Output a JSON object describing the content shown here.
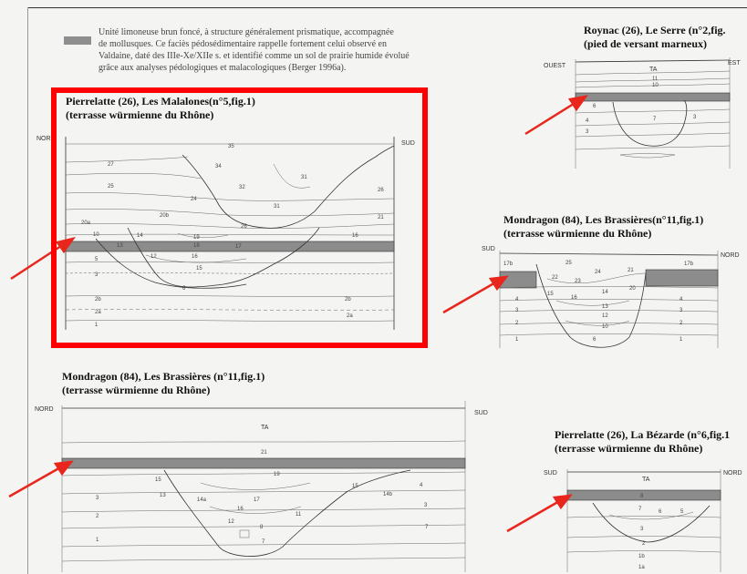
{
  "legend": {
    "lines": [
      "Unité limoneuse brun foncé, à structure généralement prismatique, accompagnée",
      "de mollusques. Ce faciès pédosédimentaire rappelle fortement celui observé en",
      "Valdaine, daté des IIIe-Xe/XIIe s. et identifié comme un sol de prairie humide évolué",
      "grâce aux analyses pédologiques et malacologiques (Berger 1996a)."
    ]
  },
  "sections": {
    "pierrelatte_malalones": {
      "title1": "Pierrelatte (26), Les Malalones(n°5,fig.1)",
      "title2": "(terrasse würmienne du Rhône)",
      "left_label": "NORD",
      "right_label": "SUD"
    },
    "roynac": {
      "title1": "Roynac (26), Le Serre (n°2,fig.",
      "title2": "(pied de versant marneux)",
      "left_label": "OUEST",
      "right_label": "EST",
      "ta": "TA"
    },
    "mondragon_right": {
      "title1": "Mondragon (84), Les Brassières(n°11,fig.1)",
      "title2": "(terrasse würmienne du Rhône)",
      "left_label": "SUD",
      "right_label": "NORD"
    },
    "mondragon_bottom": {
      "title1": "Mondragon (84), Les Brassières (n°11,fig.1)",
      "title2": "(terrasse würmienne du Rhône)",
      "left_label": "NORD",
      "right_label": "SUD",
      "ta": "TA"
    },
    "pierrelatte_bezarde": {
      "title1": "Pierrelatte (26), La Bézarde (n°6,fig.1",
      "title2": "(terrasse würmienne du Rhône)",
      "left_label": "SUD",
      "right_label": "NORD",
      "ta": "TA"
    }
  },
  "highlight_color": "#ff0000",
  "arrow_color": "#e8261c",
  "band_color": "#8c8c8c"
}
